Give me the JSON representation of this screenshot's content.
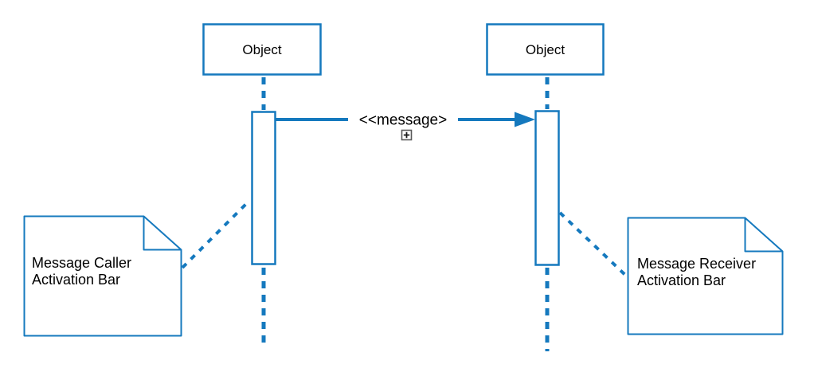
{
  "colors": {
    "accent": "#1579BE",
    "text": "#000000",
    "icon_frame": "#595959",
    "icon_plus": "#1a1a1a"
  },
  "objects": {
    "left_label": "Object",
    "right_label": "Object"
  },
  "message": {
    "label": "<<message>"
  },
  "notes": {
    "left": {
      "line1": "Message Caller",
      "line2": "Activation Bar"
    },
    "right": {
      "line1": "Message Receiver",
      "line2": "Activation Bar"
    }
  }
}
